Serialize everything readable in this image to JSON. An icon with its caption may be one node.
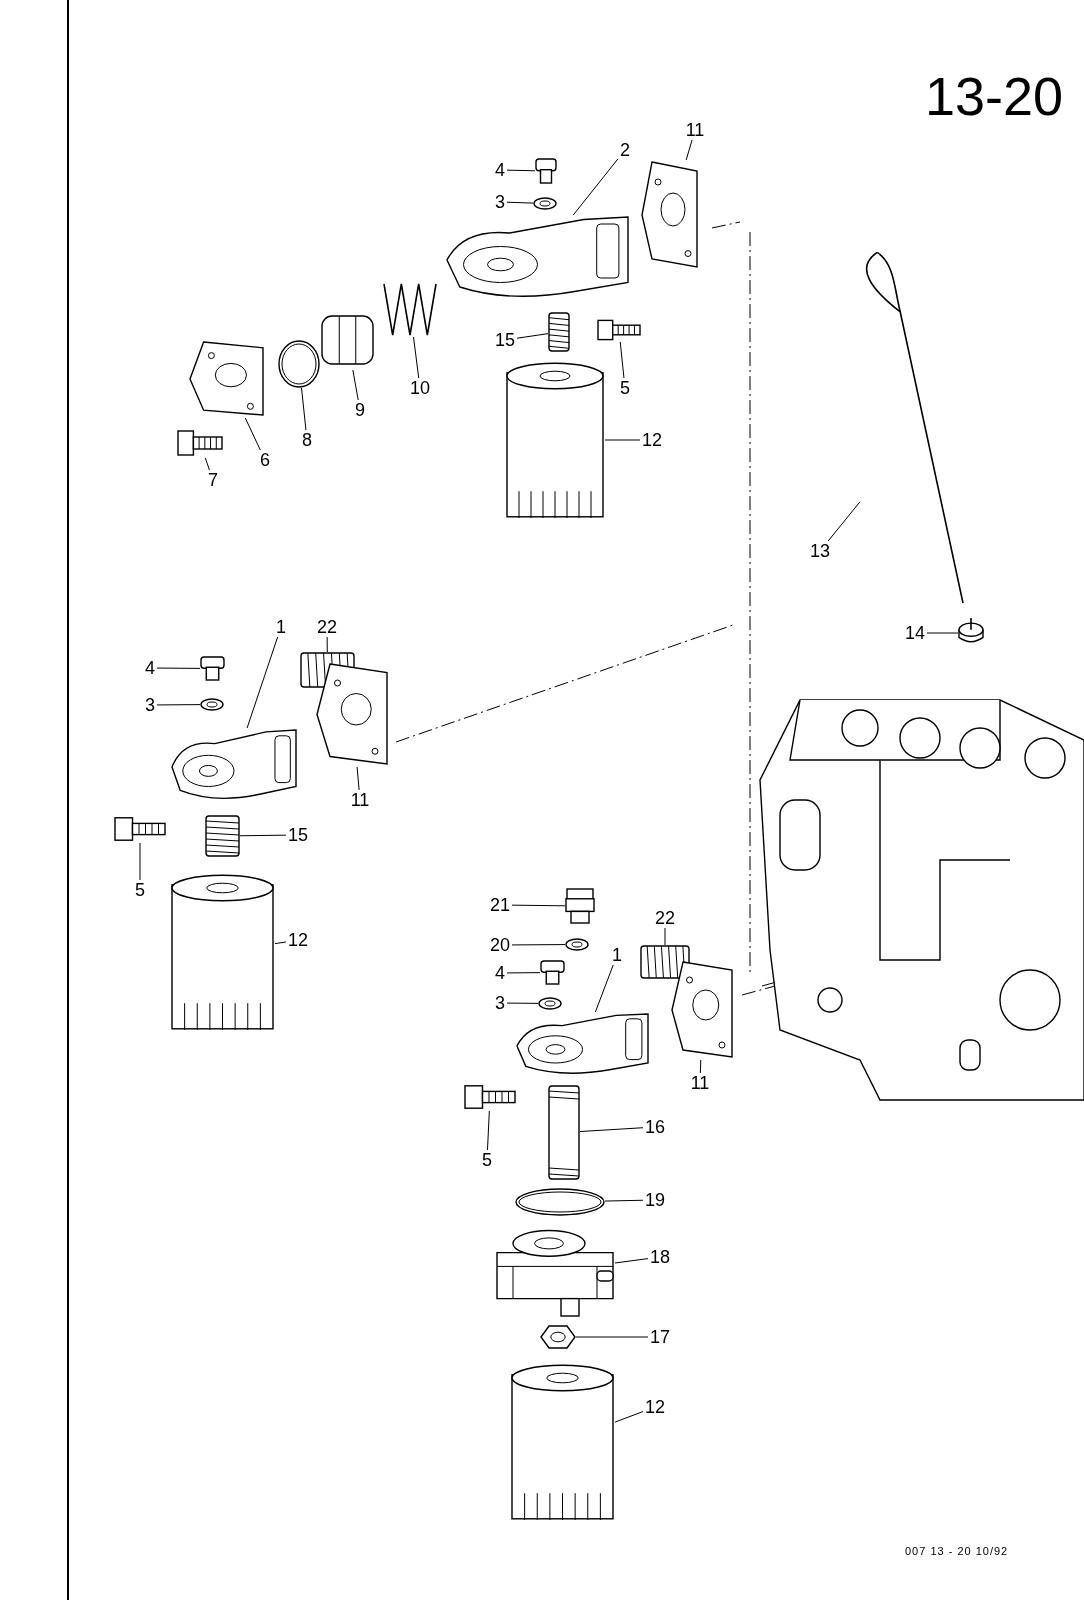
{
  "diagram": {
    "title": "13-20",
    "nodes": [
      {
        "text": [
          "4"
        ]
      },
      {
        "text": [],
        "shape": "picture"
      },
      {
        "text": [
          "3"
        ]
      },
      {
        "text": [],
        "shape": "picture"
      },
      {
        "text": [
          "2"
        ]
      },
      {
        "text": [],
        "shape": "picture"
      },
      {
        "text": [
          "11"
        ]
      },
      {
        "text": [],
        "shape": "picture"
      },
      {
        "text": [
          "15"
        ]
      },
      {
        "text": [],
        "shape": "picture"
      },
      {
        "text": [
          "5"
        ]
      },
      {
        "text": [],
        "shape": "picture"
      },
      {
        "text": [
          "10"
        ]
      },
      {
        "text": [],
        "shape": "picture"
      },
      {
        "text": [
          "9"
        ]
      },
      {
        "text": [],
        "shape": "picture"
      },
      {
        "text": [
          "8"
        ]
      },
      {
        "text": [],
        "shape": "picture"
      },
      {
        "text": [
          "6"
        ]
      },
      {
        "text": [],
        "shape": "picture"
      },
      {
        "text": [
          "7"
        ]
      },
      {
        "text": [],
        "shape": "picture"
      },
      {
        "text": [
          "12"
        ]
      },
      {
        "text": [],
        "shape": "picture"
      },
      {
        "text": [
          "13"
        ]
      },
      {
        "text": [],
        "shape": "picture"
      },
      {
        "text": [
          "14"
        ]
      },
      {
        "text": [],
        "shape": "circle"
      },
      {
        "text": [
          "22"
        ]
      },
      {
        "text": [],
        "shape": "picture"
      },
      {
        "text": [
          "1"
        ]
      },
      {
        "text": [],
        "shape": "picture"
      },
      {
        "text": [
          "4"
        ]
      },
      {
        "text": [],
        "shape": "picture"
      },
      {
        "text": [
          "3"
        ]
      },
      {
        "text": [],
        "shape": "picture"
      },
      {
        "text": [
          "11"
        ]
      },
      {
        "text": [],
        "shape": "picture"
      },
      {
        "text": [
          "15"
        ]
      },
      {
        "text": [],
        "shape": "picture"
      },
      {
        "text": [
          "5"
        ]
      },
      {
        "text": [],
        "shape": "picture"
      },
      {
        "text": [
          "12"
        ]
      },
      {
        "text": [],
        "shape": "picture"
      },
      {
        "text": [
          "21"
        ]
      },
      {
        "text": [],
        "shape": "picture"
      },
      {
        "text": [
          "20"
        ]
      },
      {
        "text": [],
        "shape": "picture"
      },
      {
        "text": [
          "22"
        ]
      },
      {
        "text": [],
        "shape": "picture"
      },
      {
        "text": [
          "1"
        ]
      },
      {
        "text": [],
        "shape": "picture"
      },
      {
        "text": [
          "4"
        ]
      },
      {
        "text": [],
        "shape": "picture"
      },
      {
        "text": [
          "3"
        ]
      },
      {
        "text": [],
        "shape": "picture"
      },
      {
        "text": [
          "11"
        ]
      },
      {
        "text": [],
        "shape": "picture"
      },
      {
        "text": [
          "5"
        ]
      },
      {
        "text": [],
        "shape": "picture"
      },
      {
        "text": [
          "16"
        ]
      },
      {
        "text": [],
        "shape": "picture"
      },
      {
        "text": [
          "19"
        ]
      },
      {
        "text": [],
        "shape": "picture"
      },
      {
        "text": [
          "18"
        ]
      },
      {
        "text": [],
        "shape": "picture"
      },
      {
        "text": [
          "17"
        ]
      },
      {
        "text": [],
        "shape": "picture"
      },
      {
        "text": [
          "12"
        ]
      },
      {
        "text": [],
        "shape": "picture"
      }
    ],
    "edges": [
      {
        "from": 0,
        "to": 1,
        "arrow": "none"
      },
      {
        "from": 2,
        "to": 3,
        "arrow": "none"
      },
      {
        "from": 4,
        "to": 5,
        "arrow": "none"
      },
      {
        "from": 6,
        "to": 7,
        "arrow": "none"
      },
      {
        "from": 8,
        "to": 9,
        "arrow": "none"
      },
      {
        "from": 10,
        "to": 11,
        "arrow": "none"
      },
      {
        "from": 12,
        "to": 13,
        "arrow": "none"
      },
      {
        "from": 14,
        "to": 15,
        "arrow": "none"
      },
      {
        "from": 16,
        "to": 17,
        "arrow": "none"
      },
      {
        "from": 18,
        "to": 19,
        "arrow": "none"
      },
      {
        "from": 20,
        "to": 21,
        "arrow": "none"
      },
      {
        "from": 22,
        "to": 23,
        "arrow": "none"
      },
      {
        "from": 24,
        "to": 25,
        "arrow": "none"
      },
      {
        "from": 26,
        "to": 27,
        "arrow": "none"
      },
      {
        "from": 28,
        "to": 29,
        "arrow": "none"
      },
      {
        "from": 30,
        "to": 31,
        "arrow": "none"
      },
      {
        "from": 32,
        "to": 33,
        "arrow": "none"
      },
      {
        "from": 34,
        "to": 35,
        "arrow": "none"
      },
      {
        "from": 36,
        "to": 37,
        "arrow": "none"
      },
      {
        "from": 38,
        "to": 39,
        "arrow": "none"
      },
      {
        "from": 40,
        "to": 41,
        "arrow": "none"
      },
      {
        "from": 42,
        "to": 43,
        "arrow": "none"
      },
      {
        "from": 44,
        "to": 45,
        "arrow": "none"
      },
      {
        "from": 46,
        "to": 47,
        "arrow": "none"
      },
      {
        "from": 48,
        "to": 49,
        "arrow": "none"
      },
      {
        "from": 50,
        "to": 51,
        "arrow": "none"
      },
      {
        "from": 52,
        "to": 53,
        "arrow": "none"
      },
      {
        "from": 54,
        "to": 55,
        "arrow": "none"
      },
      {
        "from": 56,
        "to": 57,
        "arrow": "none"
      },
      {
        "from": 58,
        "to": 59,
        "arrow": "none"
      },
      {
        "from": 60,
        "to": 61,
        "arrow": "none"
      },
      {
        "from": 62,
        "to": 63,
        "arrow": "none"
      },
      {
        "from": 64,
        "to": 65,
        "arrow": "none"
      },
      {
        "from": 66,
        "to": 67,
        "arrow": "none"
      },
      {
        "from": 68,
        "to": 69,
        "arrow": "none"
      }
    ],
    "labels": [
      "007 13 - 20 10/92"
    ]
  }
}
